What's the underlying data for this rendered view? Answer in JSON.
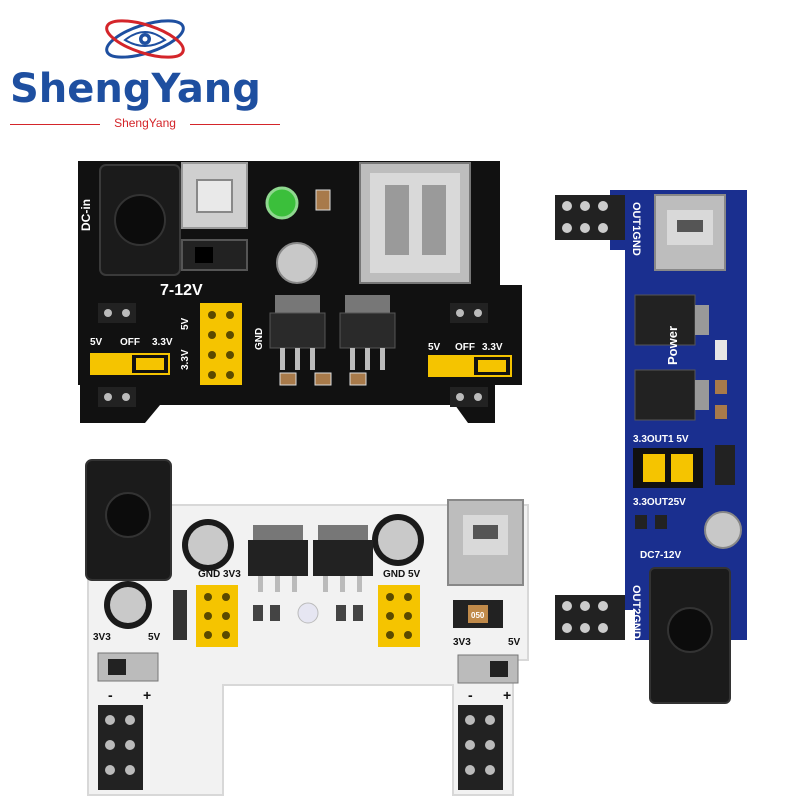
{
  "brand": {
    "name": "ShengYang",
    "tagline": "ShengYang"
  },
  "board_black": {
    "dc_label": "DC-in",
    "voltage": "7-12V",
    "left_5v": "5V",
    "left_off": "OFF",
    "left_33v": "3.3V",
    "right_5v": "5V",
    "right_off": "OFF",
    "right_33v": "3.3V",
    "gnd": "GND",
    "hdr_5v": "5V",
    "hdr_33v": "3.3V"
  },
  "board_white": {
    "gnd_l": "GND",
    "v33_l": "3V3",
    "gnd_r": "GND",
    "v5_r": "5V",
    "bl_33": "3V3",
    "bl_5": "5V",
    "br_33": "3V3",
    "br_5": "5V",
    "minus_l": "-",
    "plus_l": "+",
    "minus_r": "-",
    "plus_r": "+",
    "marking": "050"
  },
  "board_blue": {
    "out1_gnd": "OUT1GND",
    "power": "Power",
    "out1_row": "3.3OUT1 5V",
    "out2_row": "3.3OUT25V",
    "dc_label": "DC7-12V",
    "out2_gnd": "OUT2GND"
  },
  "colors": {
    "brand_blue": "#1e4fa0",
    "brand_red": "#d4252a",
    "pcb_black": "#111111",
    "pcb_blue": "#1a2f8f",
    "pcb_white": "#f2f2f2",
    "jumper_yellow": "#f5c400",
    "led_green": "#3bbf3b"
  }
}
